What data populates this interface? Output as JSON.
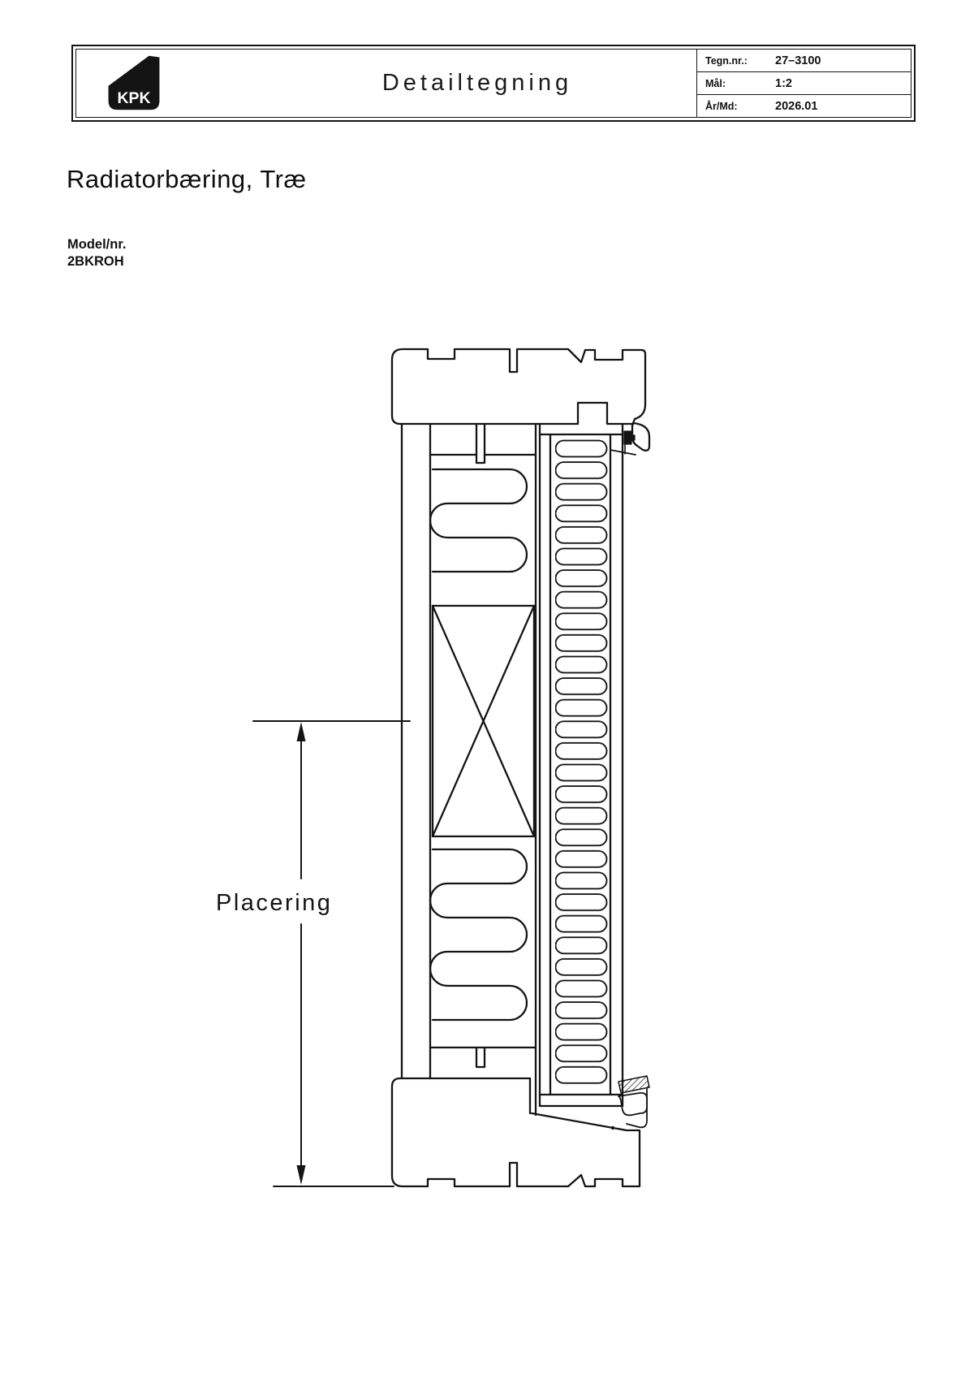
{
  "header": {
    "logo_text": "KPK",
    "doc_type": "Detailtegning",
    "fields": [
      {
        "label": "Tegn.nr.:",
        "value": "27–3100"
      },
      {
        "label": "Mål:",
        "value": "1:2"
      },
      {
        "label": "År/Md:",
        "value": "2026.01"
      }
    ]
  },
  "title": "Radiatorbæring, Træ",
  "model": {
    "label": "Model/nr.",
    "value": "2BKROH"
  },
  "drawing": {
    "dimension_label": "Placering"
  },
  "colors": {
    "line": "#141414",
    "background": "#ffffff"
  }
}
